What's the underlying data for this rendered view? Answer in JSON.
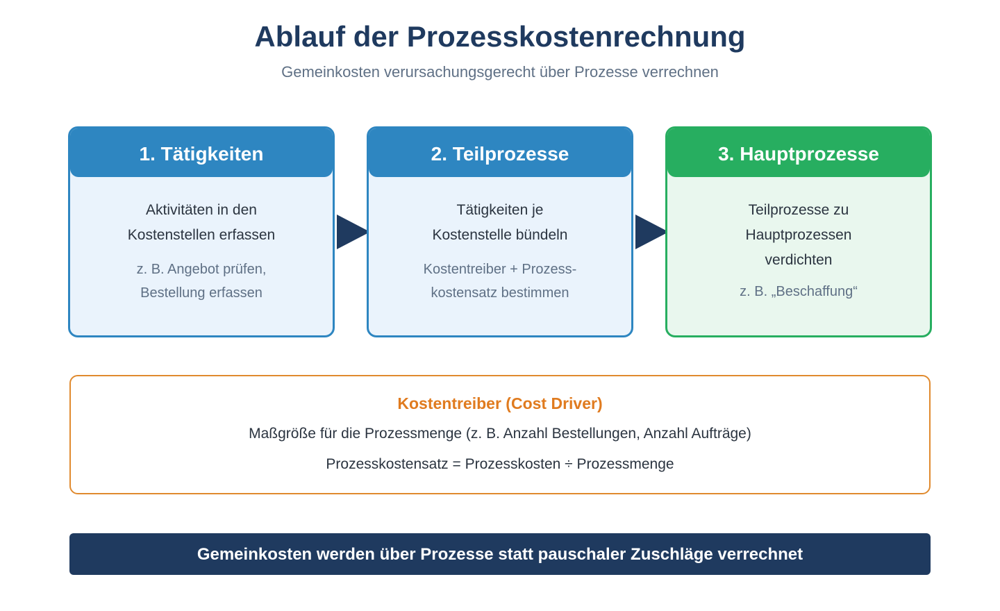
{
  "header": {
    "title": "Ablauf der Prozesskostenrechnung",
    "subtitle": "Gemeinkosten verursachungsgerecht über Prozesse verrechnen"
  },
  "steps": [
    {
      "title": "1. Tätigkeiten",
      "main_lines": [
        "Aktivitäten in den",
        "Kostenstellen erfassen"
      ],
      "note_lines": [
        "z. B. Angebot prüfen,",
        "Bestellung erfassen"
      ]
    },
    {
      "title": "2. Teilprozesse",
      "main_lines": [
        "Tätigkeiten je",
        "Kostenstelle bündeln"
      ],
      "note_lines": [
        "Kostentreiber + Prozess-",
        "kostensatz bestimmen"
      ]
    },
    {
      "title": "3. Hauptprozesse",
      "main_lines": [
        "Teilprozesse zu",
        "Hauptprozessen",
        "verdichten"
      ],
      "note_lines": [
        "z. B. „Beschaffung“"
      ]
    }
  ],
  "cost_driver": {
    "title": "Kostentreiber (Cost Driver)",
    "definition": "Maßgröße für die Prozessmenge (z. B. Anzahl Bestellungen, Anzahl Aufträge)",
    "formula": "Prozesskostensatz = Prozesskosten ÷ Prozessmenge"
  },
  "summary": {
    "text": "Gemeinkosten werden über Prozesse statt pauschaler Zuschläge verrechnet"
  },
  "colors": {
    "navy": "#1f3a5f",
    "blue": "#2e86c1",
    "green": "#27ae60",
    "orange": "#e07b1f"
  }
}
